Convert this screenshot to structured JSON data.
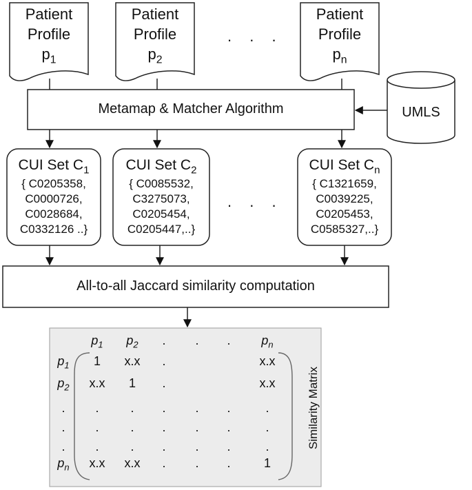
{
  "profiles": [
    {
      "line1": "Patient",
      "line2": "Profile",
      "symbol": "p",
      "sub": "1"
    },
    {
      "line1": "Patient",
      "line2": "Profile",
      "symbol": "p",
      "sub": "2"
    },
    {
      "line1": "Patient",
      "line2": "Profile",
      "symbol": "p",
      "sub": "n"
    }
  ],
  "ellipsis": ". . .",
  "matcher": "Metamap & Matcher Algorithm",
  "umls": "UMLS",
  "cui_sets": [
    {
      "title": "CUI Set C",
      "sub": "1",
      "codes": "{ C0205358,\nC0000726,\nC0028684,\nC0332126 ..}"
    },
    {
      "title": "CUI Set C",
      "sub": "2",
      "codes": "{ C0085532,\nC3275073,\nC0205454,\nC0205447,..}"
    },
    {
      "title": "CUI Set C",
      "sub": "n",
      "codes": "{ C1321659,\nC0039225,\nC0205453,\nC0585327,..}"
    }
  ],
  "jaccard": "All-to-all Jaccard similarity computation",
  "matrix": {
    "col_headers": [
      {
        "symbol": "p",
        "sub": "1"
      },
      {
        "symbol": "p",
        "sub": "2"
      },
      {
        "text": "."
      },
      {
        "text": "."
      },
      {
        "text": "."
      },
      {
        "symbol": "p",
        "sub": "n"
      }
    ],
    "row_headers": [
      {
        "symbol": "p",
        "sub": "1"
      },
      {
        "symbol": "p",
        "sub": "2"
      },
      {
        "text": "."
      },
      {
        "text": "."
      },
      {
        "text": "."
      },
      {
        "symbol": "p",
        "sub": "n"
      }
    ],
    "cells": [
      [
        "1",
        "x.x",
        ".",
        "",
        "",
        "x.x"
      ],
      [
        "x.x",
        "1",
        ".",
        "",
        "",
        "x.x"
      ],
      [
        ".",
        ".",
        ".",
        ".",
        ".",
        "."
      ],
      [
        ".",
        ".",
        ".",
        ".",
        ".",
        "."
      ],
      [
        ".",
        ".",
        ".",
        ".",
        ".",
        "."
      ],
      [
        "x.x",
        "x.x",
        ".",
        ".",
        ".",
        "1"
      ]
    ],
    "side_label": "Similarity Matrix"
  }
}
